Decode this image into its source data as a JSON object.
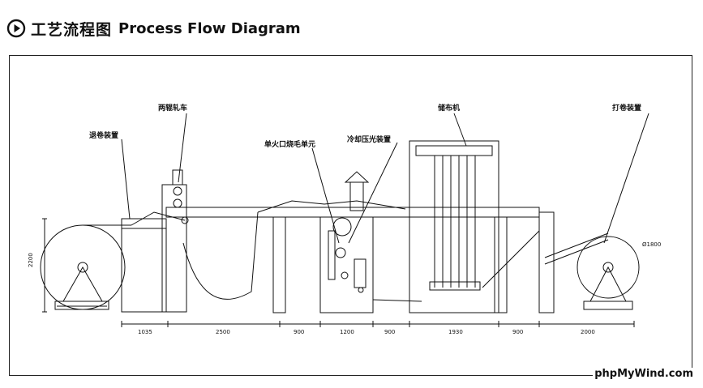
{
  "header": {
    "icon": "play-circle-icon",
    "title_cn": "工艺流程图",
    "title_en": "Process Flow Diagram"
  },
  "labels": {
    "unwind": "退卷装置",
    "two_roll": "两辊轧车",
    "burner": "单火口烧毛单元",
    "cooling": "冷却压光装置",
    "storage": "储布机",
    "rewind": "打卷装置"
  },
  "dimensions": {
    "height": "2200",
    "diameter": "Ø1800",
    "segments": [
      "1035",
      "2500",
      "900",
      "1200",
      "900",
      "1930",
      "900",
      "2000"
    ]
  },
  "watermark": "phpMyWind.com"
}
